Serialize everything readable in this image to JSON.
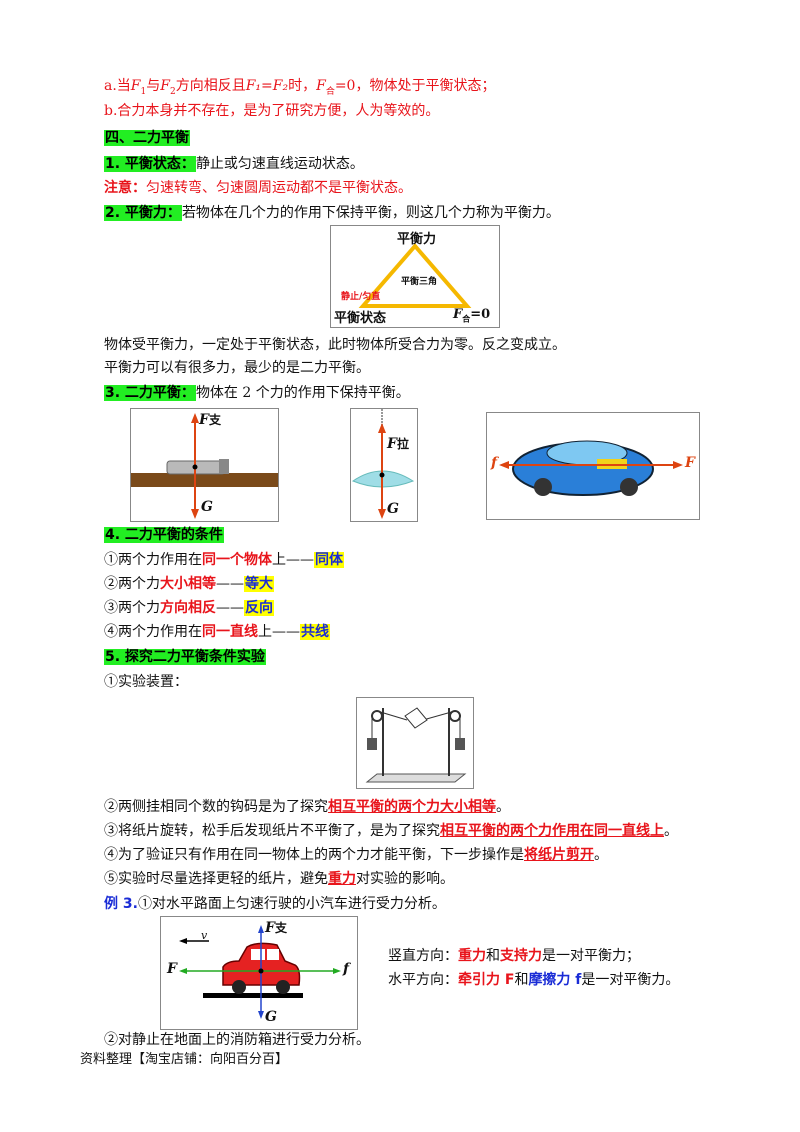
{
  "lines": {
    "a_prefix": "a.当",
    "a_F1": "F",
    "a_sub1": "1",
    "a_mid1": "与",
    "a_F2": "F",
    "a_sub2": "2",
    "a_mid2": "方向相反且",
    "a_cond": "F₁=F₂",
    "a_mid3": "时，",
    "a_Fhe": "F",
    "a_he": "合",
    "a_end": "=0，物体处于平衡状态；",
    "b": "b.合力本身并不存在，是为了研究方便，人为等效的。"
  },
  "section4": {
    "title": "四、二力平衡"
  },
  "item1": {
    "label": "1. 平衡状态：",
    "text": "静止或匀速直线运动状态。"
  },
  "note": {
    "label": "注意：",
    "text": "匀速转弯、匀速圆周运动都不是平衡状态。"
  },
  "item2": {
    "label": "2. 平衡力：",
    "text": "若物体在几个力的作用下保持平衡，则这几个力称为平衡力。"
  },
  "triangle": {
    "top": "平衡力",
    "center": "平衡三角",
    "left_note": "静止/匀直",
    "bottom_left": "平衡状态",
    "bottom_right_F": "F",
    "bottom_right_sub": "合",
    "bottom_right_val": "=0"
  },
  "para1": "物体受平衡力，一定处于平衡状态，此时物体所受合力为零。反之变成立。",
  "para2": "平衡力可以有很多力，最少的是二力平衡。",
  "item3": {
    "label": "3. 二力平衡：",
    "text": "物体在 2 个力的作用下保持平衡。"
  },
  "fig_a": {
    "up_F": "F",
    "up_sub": "支",
    "down": "G"
  },
  "fig_b": {
    "up_F": "F",
    "up_sub": "拉",
    "down": "G"
  },
  "fig_c": {
    "left": "f",
    "right": "F"
  },
  "item4": {
    "label": "4. 二力平衡的条件"
  },
  "conditions": [
    {
      "num": "①两个力作用在",
      "key": "同一个物体",
      "mid": "上——",
      "tag": "同体"
    },
    {
      "num": "②两个力",
      "key": "大小相等",
      "mid": "——",
      "tag": "等大"
    },
    {
      "num": "③两个力",
      "key": "方向相反",
      "mid": "——",
      "tag": "反向"
    },
    {
      "num": "④两个力作用在",
      "key": "同一直线",
      "mid": "上——",
      "tag": "共线"
    }
  ],
  "item5": {
    "label": "5. 探究二力平衡条件实验"
  },
  "apparatus": "①实验装置：",
  "exp": [
    {
      "pre": "②两侧挂相同个数的钩码是为了探究",
      "key": "相互平衡的两个力大小相等",
      "post": "。"
    },
    {
      "pre": "③将纸片旋转，松手后发现纸片不平衡了，是为了探究",
      "key": "相互平衡的两个力作用在同一直线上",
      "post": "。"
    },
    {
      "pre": "④为了验证只有作用在同一物体上的两个力才能平衡，下一步操作是",
      "key": "将纸片剪开",
      "post": "。"
    },
    {
      "pre": "⑤实验时尽量选择更轻的纸片，避免",
      "key": "重力",
      "post": "对实验的影响。"
    }
  ],
  "example": {
    "label": "例 3.",
    "text": "①对水平路面上匀速行驶的小汽车进行受力分析。"
  },
  "car_fig": {
    "v": "v",
    "up_F": "F",
    "up_sub": "支",
    "left": "F",
    "right": "f",
    "down": "G"
  },
  "analysis": {
    "v_pre": "竖直方向：",
    "v_k1": "重力",
    "v_and": "和",
    "v_k2": "支持力",
    "v_post": "是一对平衡力；",
    "h_pre": "水平方向：",
    "h_k1": "牵引力 F",
    "h_and": "和",
    "h_k2": "摩擦力 f",
    "h_post": "是一对平衡力。"
  },
  "last": "②对静止在地面上的消防箱进行受力分析。",
  "footer": "资料整理【淘宝店铺：向阳百分百】",
  "colors": {
    "red": "#e8141b",
    "blue": "#1a2cd6",
    "green_hl": "#22ee22",
    "yellow_hl": "#ffff00",
    "triangle": "#f5b800"
  }
}
